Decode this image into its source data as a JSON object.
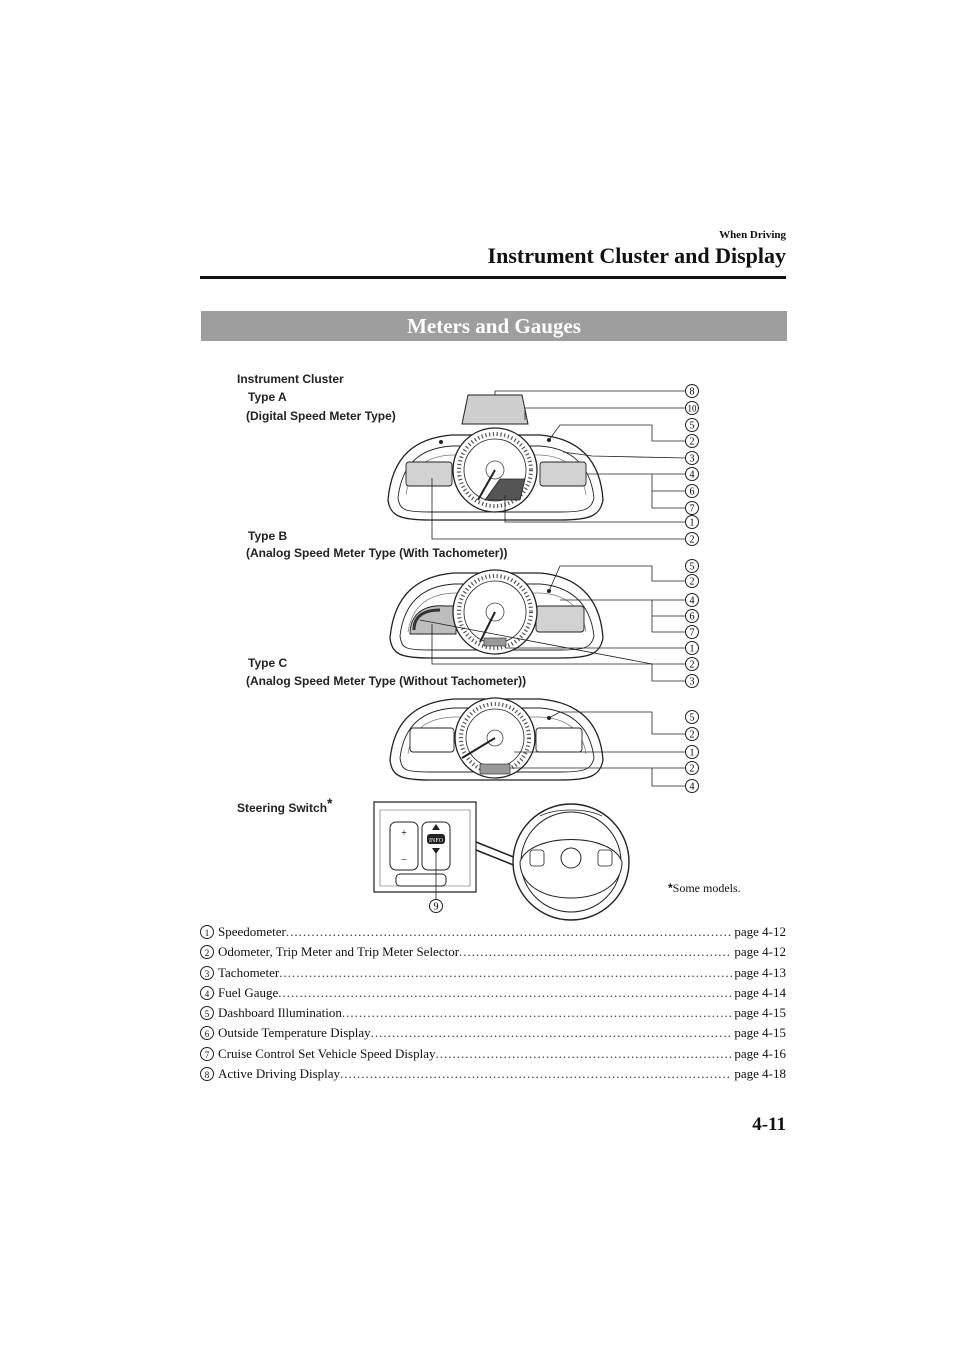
{
  "header": {
    "section": "When Driving",
    "title": "Instrument Cluster and Display"
  },
  "section_title": "Meters and Gauges",
  "figure": {
    "instrument_cluster_label": "Instrument Cluster",
    "type_a_label": "Type A",
    "type_a_sub": "(Digital Speed Meter Type)",
    "type_b_label": "Type B",
    "type_b_sub": "(Analog Speed Meter Type (With Tachometer))",
    "type_c_label": "Type C",
    "type_c_sub": "(Analog Speed Meter Type (Without Tachometer))",
    "steering_switch_label": "Steering Switch",
    "asterisk": "*",
    "some_models_note": "Some models.",
    "callouts_type_a": [
      "8",
      "10",
      "5",
      "2",
      "3",
      "4",
      "6",
      "7",
      "1",
      "2"
    ],
    "callouts_type_b": [
      "5",
      "2",
      "4",
      "6",
      "7",
      "1",
      "2",
      "3"
    ],
    "callouts_type_c": [
      "5",
      "2",
      "1",
      "2",
      "4"
    ],
    "callout_steering": "9",
    "info_button_text": "INFO"
  },
  "items": [
    {
      "num": "1",
      "label": "Speedometer",
      "page": "page 4-12"
    },
    {
      "num": "2",
      "label": "Odometer, Trip Meter and Trip Meter Selector",
      "page": "page 4-12"
    },
    {
      "num": "3",
      "label": "Tachometer",
      "page": "page 4-13"
    },
    {
      "num": "4",
      "label": "Fuel Gauge",
      "page": "page 4-14"
    },
    {
      "num": "5",
      "label": "Dashboard Illumination",
      "page": "page 4-15"
    },
    {
      "num": "6",
      "label": "Outside Temperature Display",
      "page": "page 4-15"
    },
    {
      "num": "7",
      "label": "Cruise Control Set Vehicle Speed Display",
      "page": "page 4-16"
    },
    {
      "num": "8",
      "label": "Active Driving Display",
      "page": "page 4-18"
    }
  ],
  "page_number": "4-11"
}
